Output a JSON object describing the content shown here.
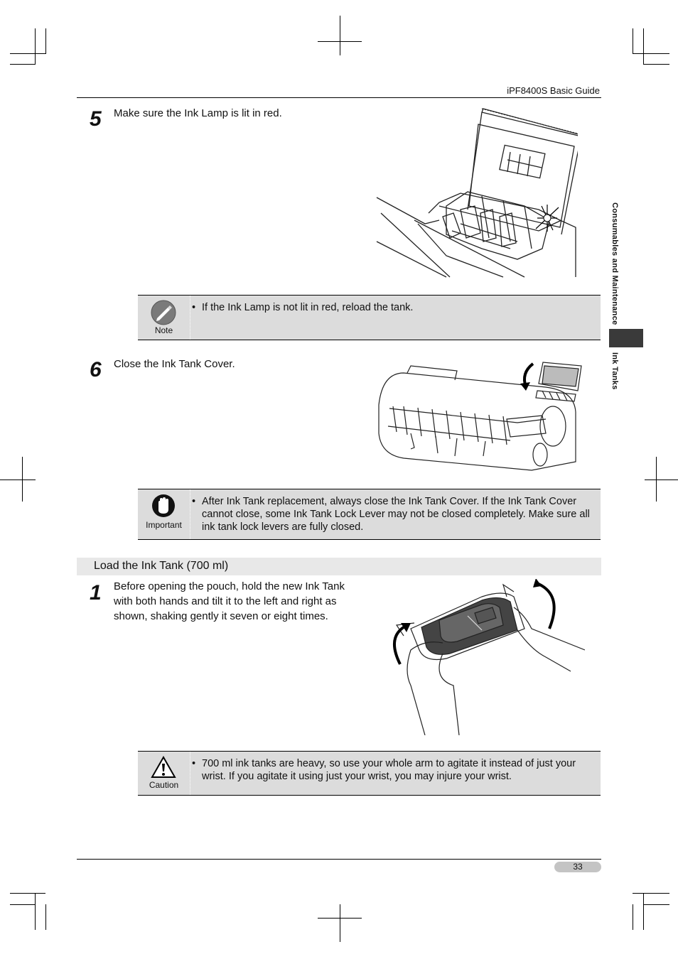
{
  "header": {
    "guide_title": "iPF8400S Basic Guide"
  },
  "side_tabs": {
    "chapter": "Consumables and Maintenance",
    "section": "Ink Tanks"
  },
  "step5": {
    "number": "5",
    "text": "Make sure the Ink Lamp is lit in red.",
    "note": {
      "icon": "note-pencil-icon",
      "label": "Note",
      "bullet": "•",
      "text": "If the Ink Lamp is not lit in red, reload the tank."
    }
  },
  "step6": {
    "number": "6",
    "text": "Close the Ink Tank Cover.",
    "important": {
      "icon": "hand-stop-icon",
      "label": "Important",
      "bullet": "•",
      "text": "After Ink Tank replacement, always close the Ink Tank Cover. If the Ink Tank Cover cannot close, some Ink Tank Lock Lever may not be closed completely. Make sure all ink tank lock levers are fully closed."
    }
  },
  "section": {
    "title": "Load the Ink Tank (700 ml)"
  },
  "step1": {
    "number": "1",
    "text": "Before opening the pouch, hold the new Ink Tank with both hands and tilt it to the left and right as shown, shaking gently it seven or eight times.",
    "caution": {
      "icon": "warning-triangle-icon",
      "label": "Caution",
      "bullet": "•",
      "text": "700 ml ink tanks are heavy, so use your whole arm to agitate it instead of just your wrist. If you agitate it using just your wrist, you may injure your wrist."
    }
  },
  "footer": {
    "page_number": "33"
  }
}
